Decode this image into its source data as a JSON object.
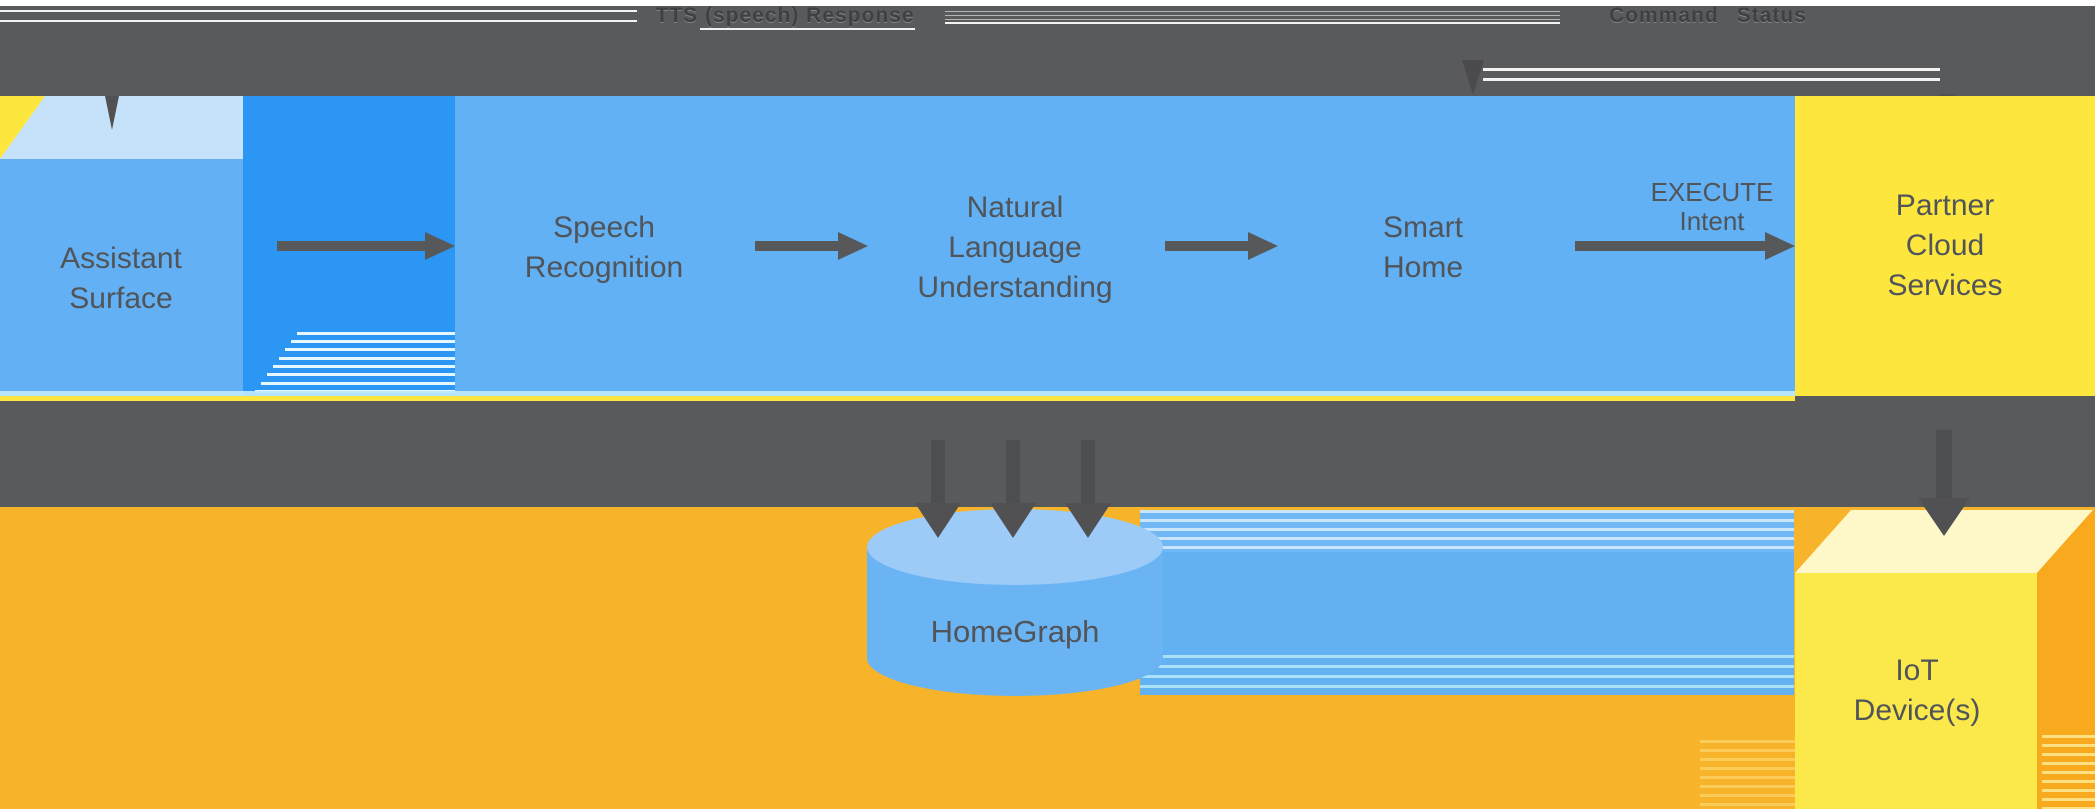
{
  "top_band": {
    "response_label": "TTS (speech) Response",
    "command_label": "Command",
    "status_label": "Status"
  },
  "nodes": {
    "assistant": {
      "lines": [
        "Assistant",
        "Surface"
      ]
    },
    "speech": {
      "lines": [
        "Speech",
        "Recognition"
      ]
    },
    "nlu": {
      "lines": [
        "Natural",
        "Language",
        "Understanding"
      ]
    },
    "smart_home": {
      "lines": [
        "Smart",
        "Home"
      ]
    },
    "partner": {
      "lines": [
        "Partner",
        "Cloud",
        "Services"
      ]
    },
    "homegraph": {
      "label": "HomeGraph"
    },
    "iot": {
      "lines": [
        "IoT",
        "Device(s)"
      ]
    }
  },
  "flows": {
    "execute": {
      "lines": [
        "EXECUTE",
        "Intent"
      ]
    }
  },
  "colors": {
    "corridor_blue": "#2b96f3",
    "box_blue": "#61b1f4",
    "cube_top_blue": "#c6e2fa",
    "cylinder_top_blue": "#9dcbf8",
    "cylinder_body_blue": "#6ab4f4",
    "bright_yellow": "#fde73e",
    "iot_front_yellow": "#fbe84b",
    "iot_top_cream": "#fef8c9",
    "iot_side_amber": "#f8a91d",
    "amber_background": "#f7b42a",
    "band_gray": "#595a5c",
    "arrow_gray": "#57585a",
    "label_gray": "#515458",
    "band_label_gray": "#3e4043"
  }
}
